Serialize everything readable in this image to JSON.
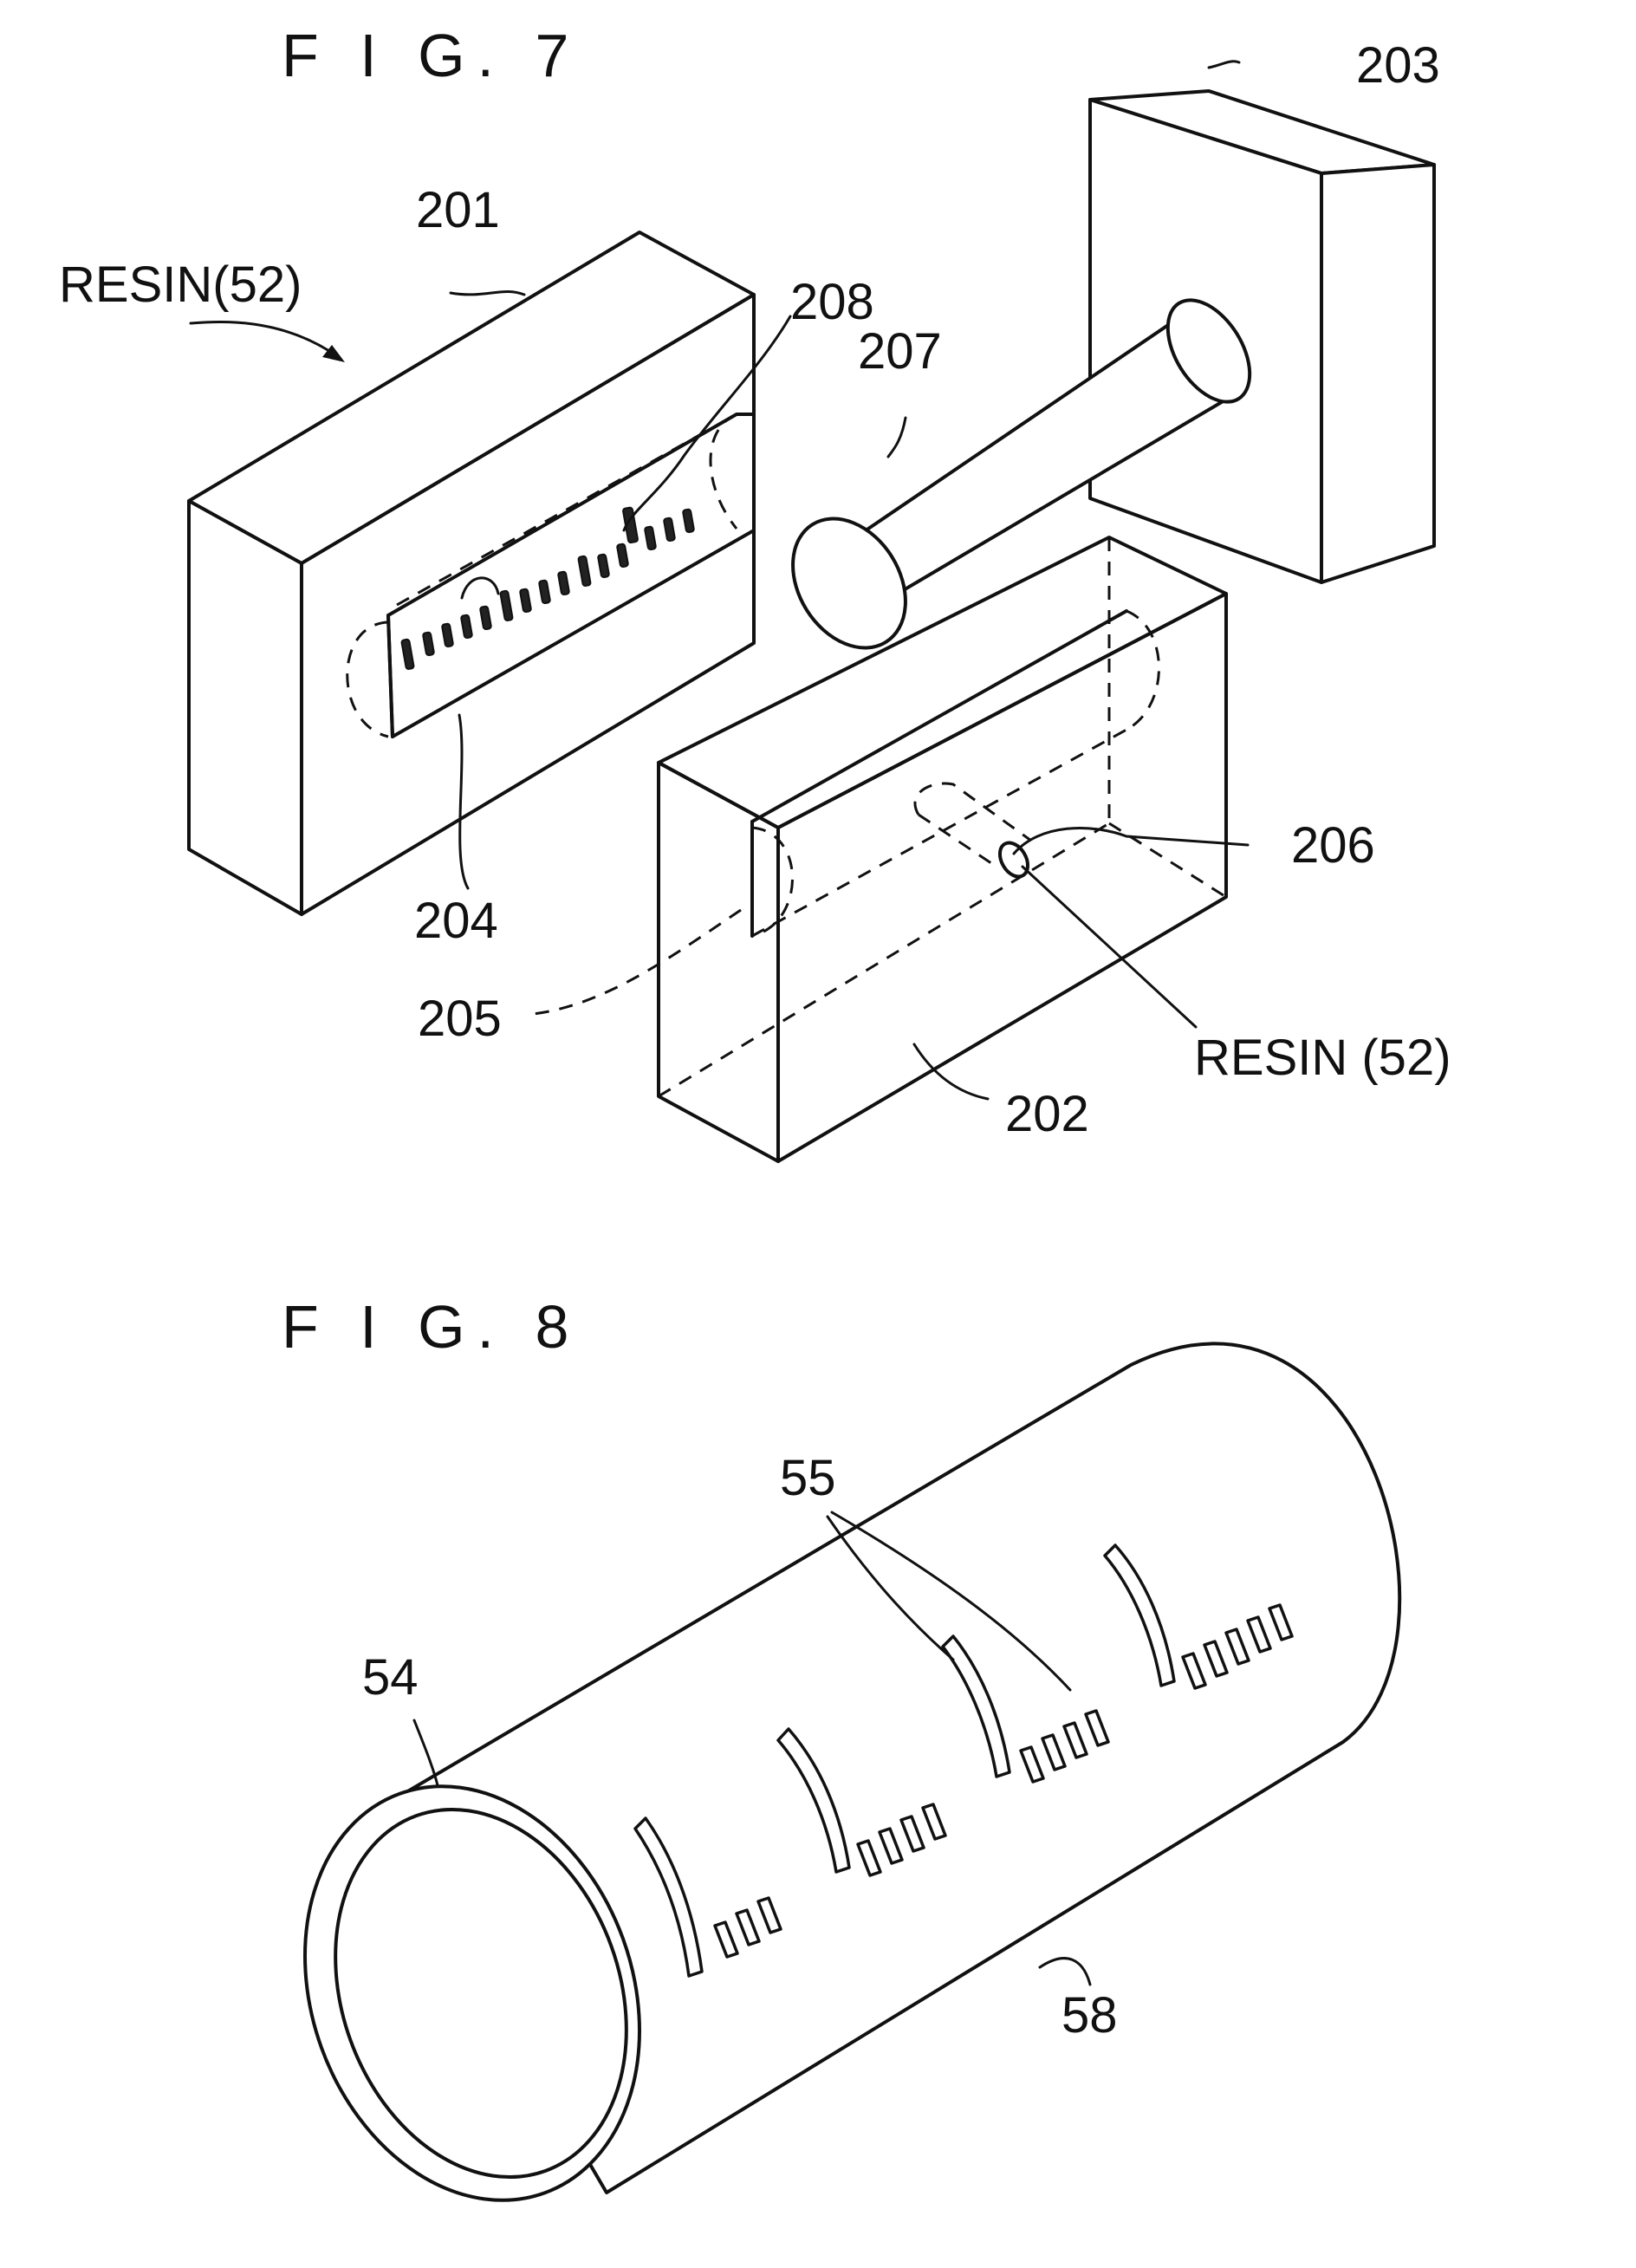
{
  "figures": {
    "fig7": {
      "title": "F I G. 7",
      "labels": {
        "upper_mold": "201",
        "lower_mold": "202",
        "core_holder": "203",
        "cavity_upper": "204",
        "cavity_lower": "205",
        "gate": "206",
        "core_pin": "207",
        "rib_grooves": "208",
        "resin_upper": "RESIN(52)",
        "resin_lower": "RESIN (52)"
      }
    },
    "fig8": {
      "title": "F I G. 8",
      "labels": {
        "tube_body": "54",
        "ribs": "55",
        "outer_surface": "58"
      }
    }
  }
}
